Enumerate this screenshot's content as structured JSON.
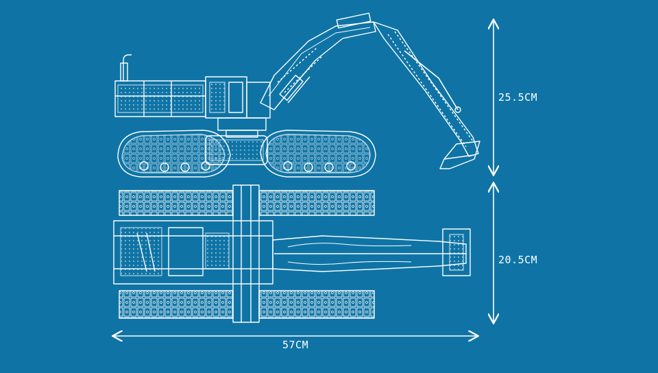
{
  "background_color": "#0f74a5",
  "line_color": "#ffffff",
  "dimensions": {
    "height": "25.5CM",
    "width": "20.5CM",
    "length": "57CM"
  },
  "views": [
    {
      "name": "side-view",
      "icon": "excavator-side-blueprint"
    },
    {
      "name": "top-view",
      "icon": "excavator-top-blueprint"
    }
  ]
}
